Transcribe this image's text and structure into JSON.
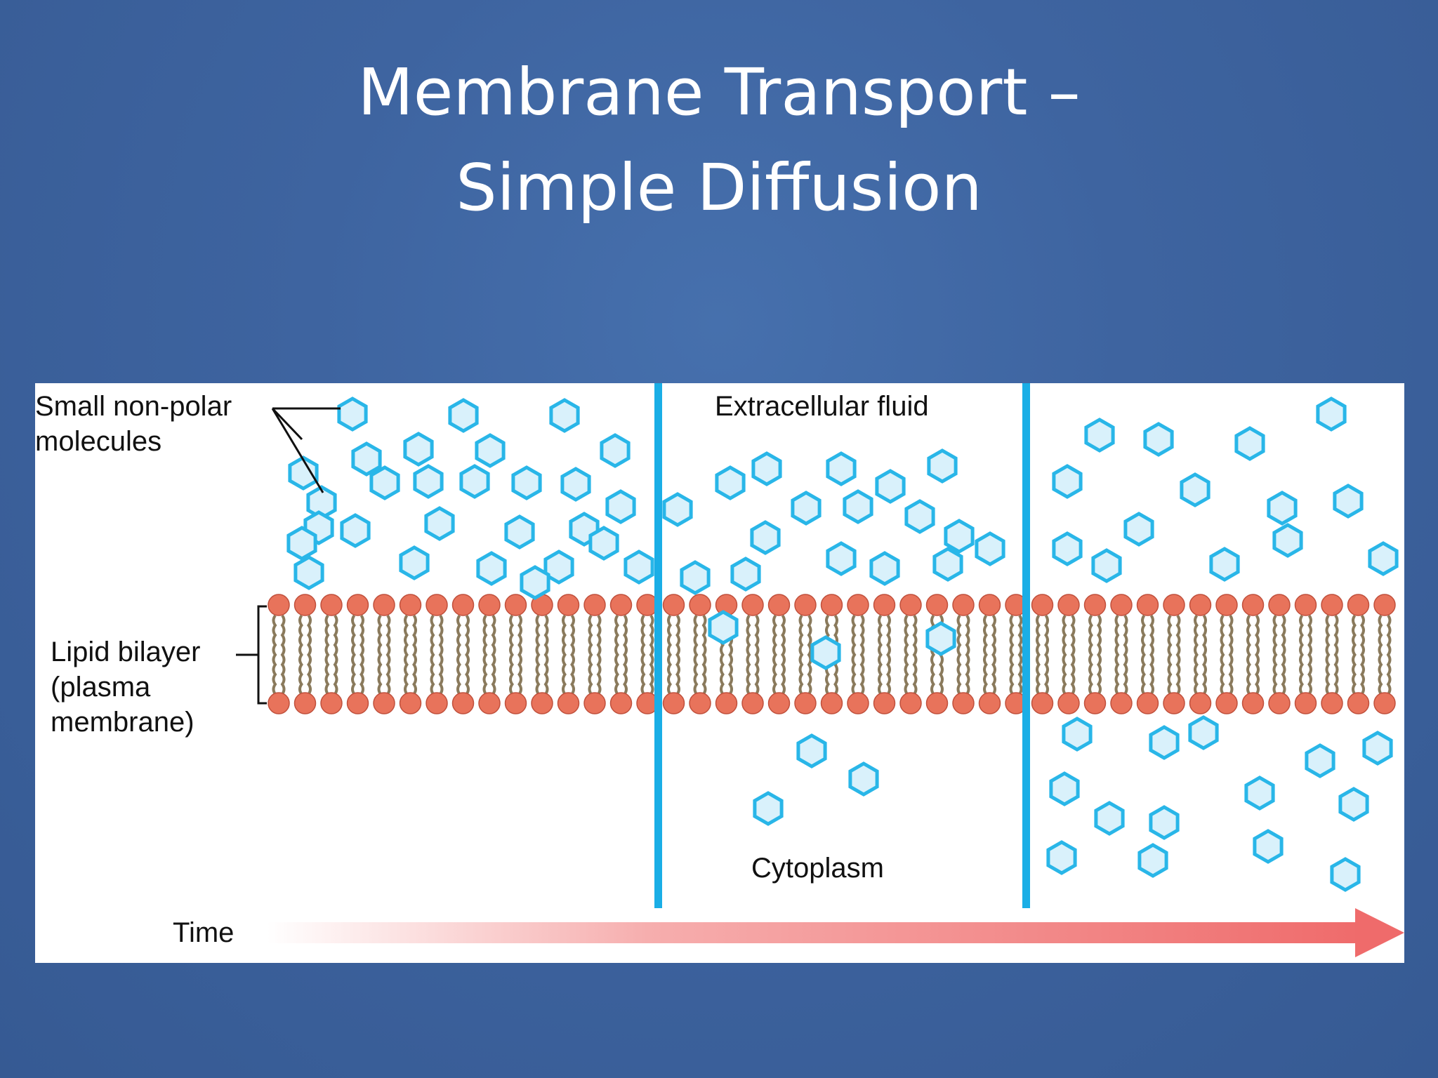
{
  "slide": {
    "title_line1": "Membrane Transport –",
    "title_line2": "Simple Diffusion"
  },
  "diagram": {
    "labels": {
      "molecules_line1": "Small non-polar",
      "molecules_line2": "molecules",
      "bilayer_line1": "Lipid bilayer",
      "bilayer_line2": "(plasma",
      "bilayer_line3": "membrane)",
      "extracellular": "Extracellular fluid",
      "cytoplasm": "Cytoplasm",
      "time": "Time"
    },
    "colors": {
      "molecule_stroke": "#29b6e8",
      "molecule_fill": "#d9f1fb",
      "divider": "#1aaee6",
      "lipid_head": "#e8735b",
      "lipid_tail": "#8a7a5c",
      "arrow": "#ef6b6b"
    },
    "panels": [
      "start",
      "middle",
      "equilibrium"
    ]
  }
}
